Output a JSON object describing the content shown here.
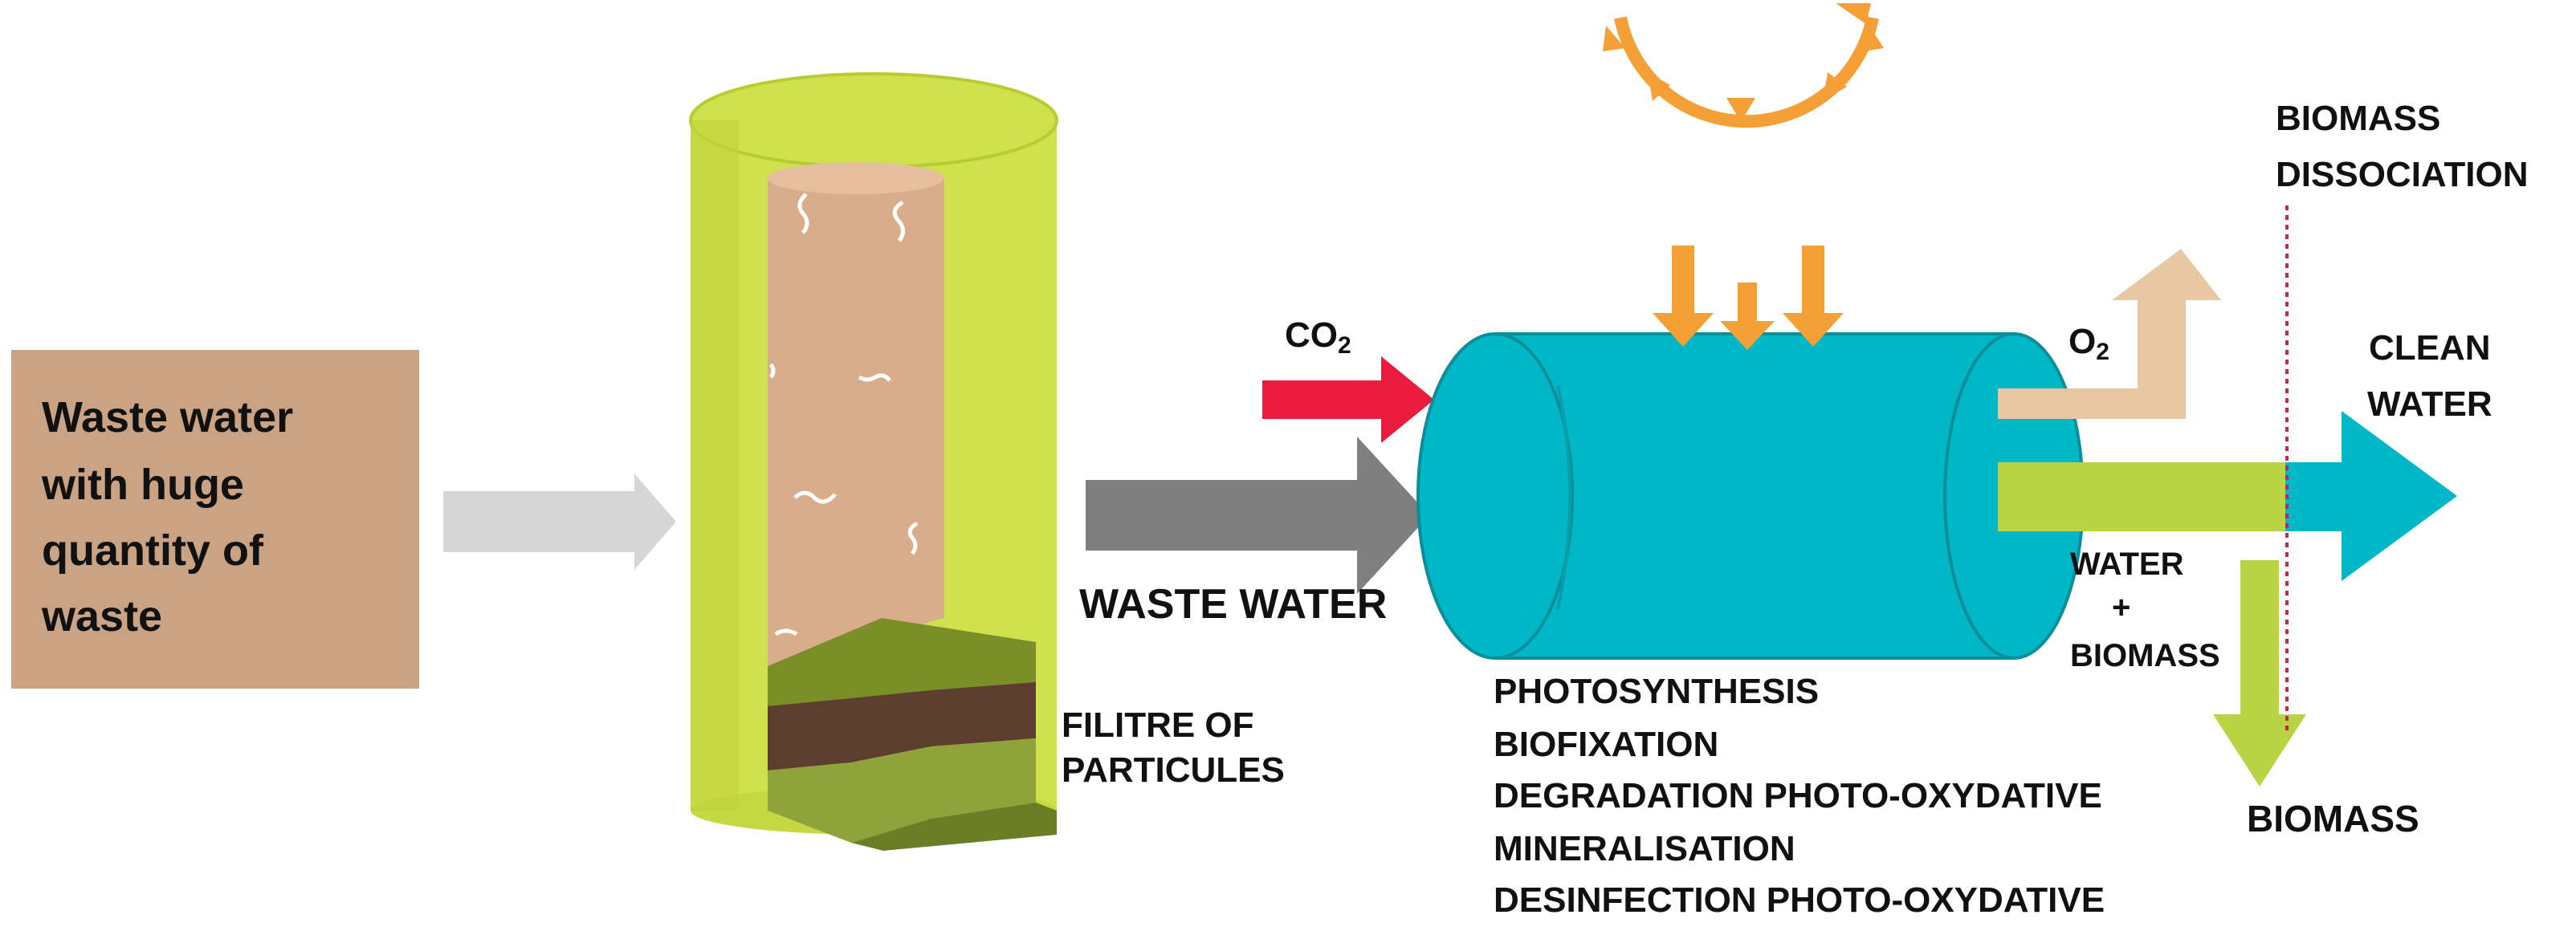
{
  "input_box": {
    "lines": [
      "Waste water",
      "with huge",
      "quantity of",
      "waste"
    ]
  },
  "filter": {
    "label_lines": [
      "FILITRE OF",
      "PARTICULES"
    ]
  },
  "labels": {
    "waste_water": "WASTE WATER",
    "co2_main": "CO",
    "co2_sub": "2",
    "o2_main": "O",
    "o2_sub": "2",
    "clean_water_lines": [
      "CLEAN",
      "WATER"
    ],
    "water_biomass_lines": [
      "WATER",
      "+",
      "BIOMASS"
    ],
    "biomass": "BIOMASS",
    "biomass_dissociation_lines": [
      "BIOMASS",
      "DISSOCIATION"
    ]
  },
  "processes": [
    "PHOTOSYNTHESIS",
    "BIOFIXATION",
    "DEGRADATION PHOTO-OXYDATIVE",
    "MINERALISATION",
    "DESINFECTION PHOTO-OXYDATIVE"
  ],
  "colors": {
    "box": "#c9a384",
    "arrow_gray_light": "#d6d6d6",
    "arrow_gray_dark": "#7f7f7f",
    "filter_lime": "#cfe14d",
    "filter_inner": "#d9ad8c",
    "co2_red": "#ea1b3c",
    "reactor_teal": "#00b7c7",
    "sun_orange": "#f5a037",
    "o2_tan": "#e8c7a3",
    "green_arrow": "#b9d442",
    "dissociation_line": "#c0285a"
  }
}
